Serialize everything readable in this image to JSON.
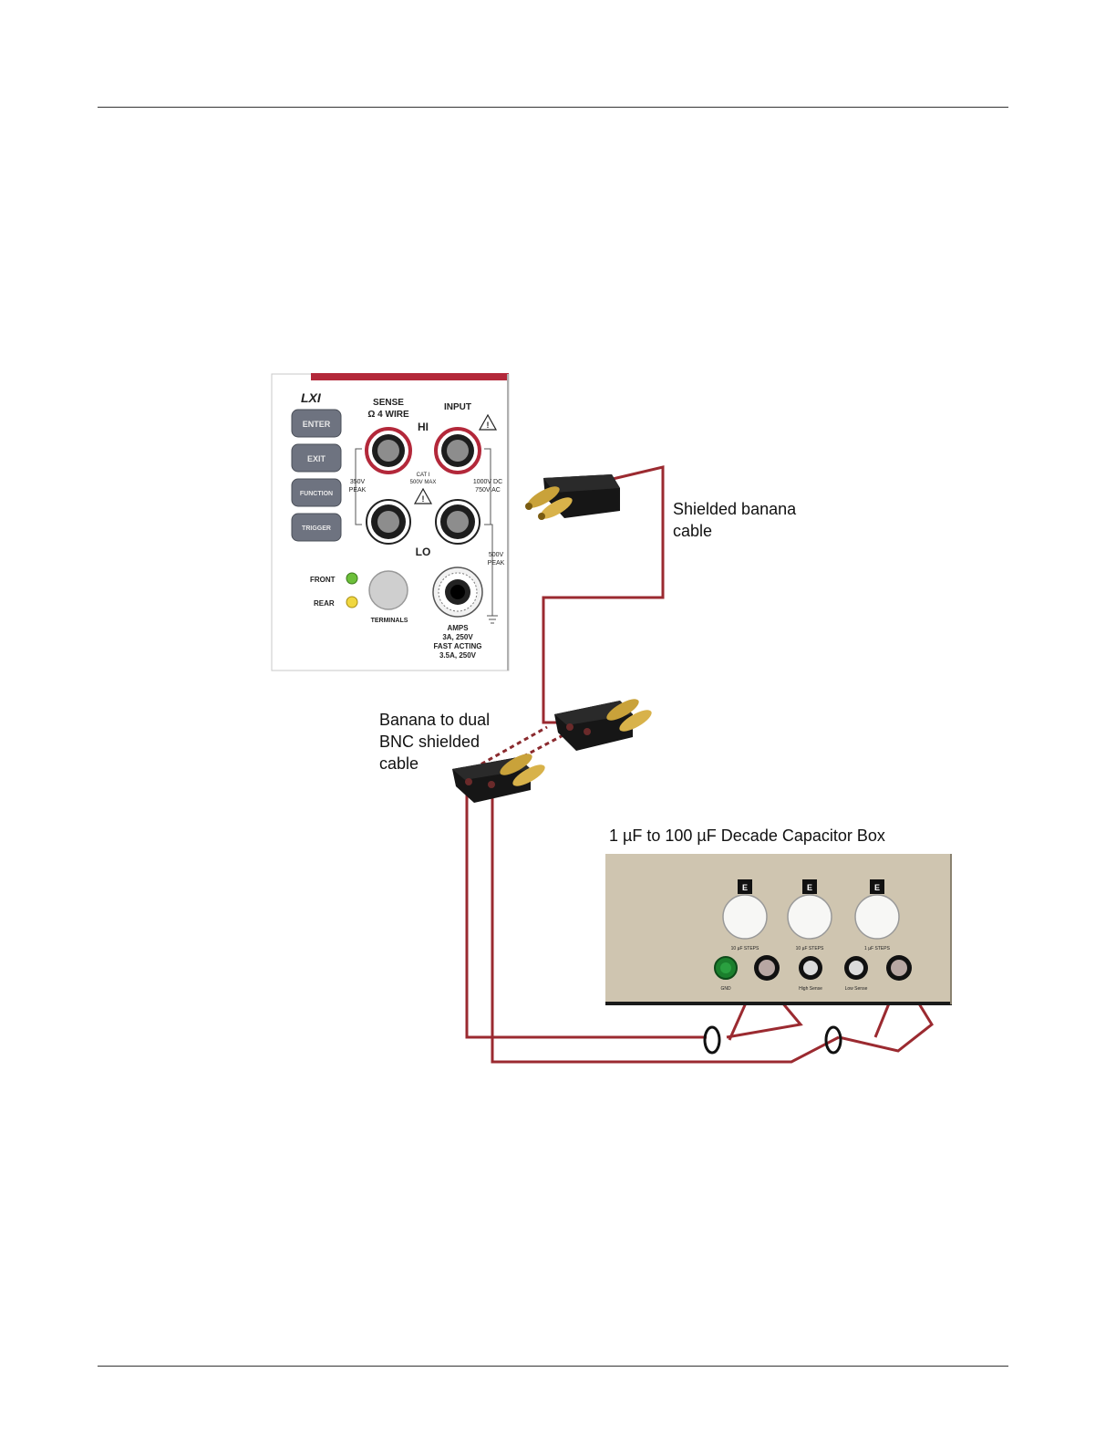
{
  "labels": {
    "shielded_banana_line1": "Shielded banana",
    "shielded_banana_line2": "cable",
    "banana_bnc_line1": "Banana to dual",
    "banana_bnc_line2": "BNC shielded",
    "banana_bnc_line3": "cable",
    "capacitor_box": "1 µF to 100 µF Decade Capacitor Box"
  },
  "panel": {
    "logo": "LXI",
    "sense_line1": "SENSE",
    "sense_line2": "Ω 4 WIRE",
    "input": "INPUT",
    "hi": "HI",
    "lo": "LO",
    "buttons": [
      "ENTER",
      "EXIT",
      "FUNCTION",
      "TRIGGER"
    ],
    "left_rating_line1": "350V",
    "left_rating_line2": "PEAK",
    "mid_rating_line1": "CAT I",
    "mid_rating_line2": "500V MAX",
    "right_rating_line1": "1000V DC",
    "right_rating_line2": "750V AC",
    "lo_rating_line1": "500V",
    "lo_rating_line2": "PEAK",
    "front": "FRONT",
    "rear": "REAR",
    "terminals": "TERMINALS",
    "amps_line1": "AMPS",
    "amps_line2": "3A, 250V",
    "amps_line3": "FAST ACTING",
    "amps_line4": "3.5A, 250V"
  },
  "capbox": {
    "knob_labels": [
      "10 µF STEPS",
      "10 µF STEPS",
      "1 µF STEPS"
    ],
    "jack_labels": [
      "GND",
      "",
      "High Sense",
      "Low Sense",
      ""
    ],
    "knob_marks": [
      "E",
      "E",
      "E"
    ]
  },
  "colors": {
    "cable": "#9b2a30",
    "panel_accent": "#b3283a",
    "capbox": "#cfc5b0",
    "plug_body": "#161616",
    "pin": "#c9a23a"
  }
}
